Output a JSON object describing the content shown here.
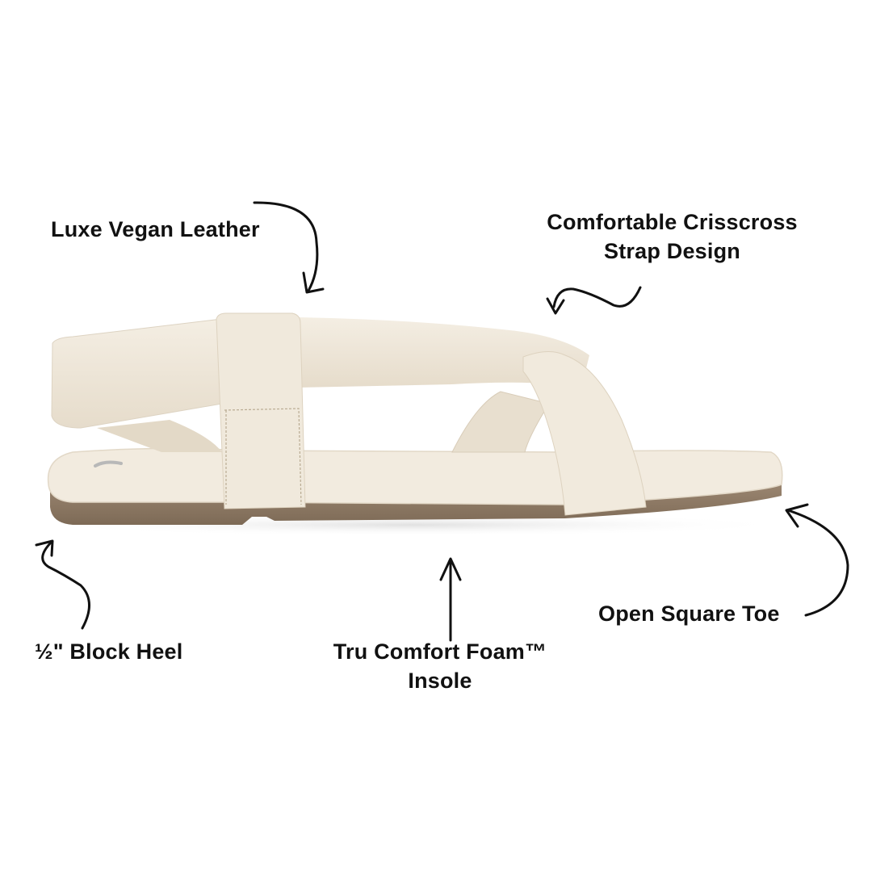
{
  "product": {
    "description": "Cream crisscross strap slingback sandal, side view",
    "colors": {
      "upper": "#efe8da",
      "upper_shadow": "#ddd3c2",
      "insole": "#f3ede2",
      "sole": "#8a7560",
      "annotation": "#111111",
      "background": "#ffffff"
    }
  },
  "callouts": [
    {
      "id": "leather",
      "text": "Luxe Vegan Leather"
    },
    {
      "id": "strap_line1",
      "text": "Comfortable Crisscross"
    },
    {
      "id": "strap_line2",
      "text": "Strap Design"
    },
    {
      "id": "heel",
      "text": "½\" Block Heel"
    },
    {
      "id": "insole_line1",
      "text": "Tru Comfort Foam™"
    },
    {
      "id": "insole_line2",
      "text": "Insole"
    },
    {
      "id": "toe",
      "text": "Open Square Toe"
    }
  ]
}
